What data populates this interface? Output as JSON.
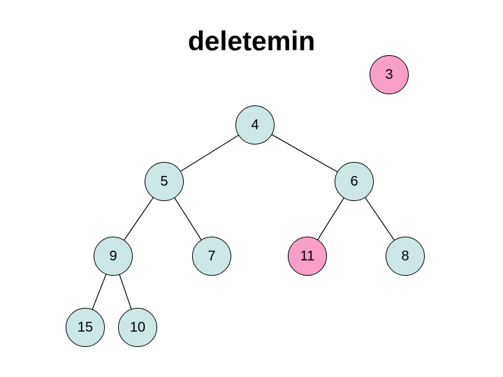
{
  "title": "deletemin",
  "colors": {
    "background": "#ffffff",
    "node_blue": "#cde6e6",
    "node_pink": "#fa9fc8",
    "edge": "#000000"
  },
  "detached_node": {
    "value": "3",
    "color": "pink"
  },
  "tree": {
    "nodes": [
      {
        "value": "4",
        "color": "blue"
      },
      {
        "value": "5",
        "color": "blue"
      },
      {
        "value": "6",
        "color": "blue"
      },
      {
        "value": "9",
        "color": "blue"
      },
      {
        "value": "7",
        "color": "blue"
      },
      {
        "value": "11",
        "color": "pink"
      },
      {
        "value": "8",
        "color": "blue"
      },
      {
        "value": "15",
        "color": "blue"
      },
      {
        "value": "10",
        "color": "blue"
      }
    ],
    "edges": [
      {
        "from": "4",
        "to": "5"
      },
      {
        "from": "4",
        "to": "6"
      },
      {
        "from": "5",
        "to": "9"
      },
      {
        "from": "5",
        "to": "7"
      },
      {
        "from": "6",
        "to": "11"
      },
      {
        "from": "6",
        "to": "8"
      },
      {
        "from": "9",
        "to": "15"
      },
      {
        "from": "9",
        "to": "10"
      }
    ]
  }
}
